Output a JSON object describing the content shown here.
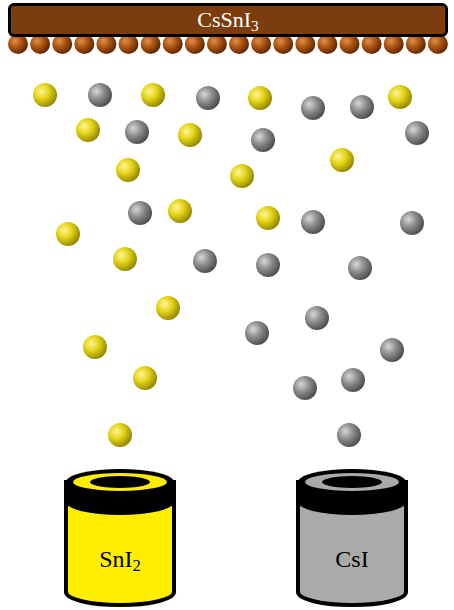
{
  "diagram": {
    "nodes": [
      {
        "text": [
          "CsSnI3"
        ]
      },
      {
        "text": [
          "SnI2"
        ]
      },
      {
        "text": [
          "CsI"
        ]
      }
    ]
  }
}
